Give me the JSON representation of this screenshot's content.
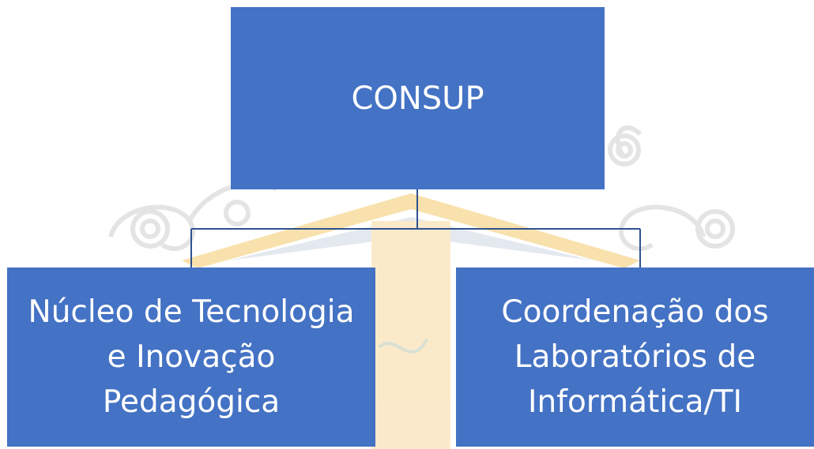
{
  "diagram": {
    "root": {
      "label": "CONSUP"
    },
    "children": [
      {
        "label": "Núcleo de Tecnologia\ne Inovação\nPedagógica"
      },
      {
        "label": "Coordenação dos\nLaboratórios de\nInformática/TI"
      }
    ]
  },
  "colors": {
    "box_fill": "#4472C4",
    "box_text": "#FFFFFF",
    "connector": "#2F528F",
    "watermark_gold": "#F6D58A",
    "watermark_stroke": "#D9D9D9"
  }
}
